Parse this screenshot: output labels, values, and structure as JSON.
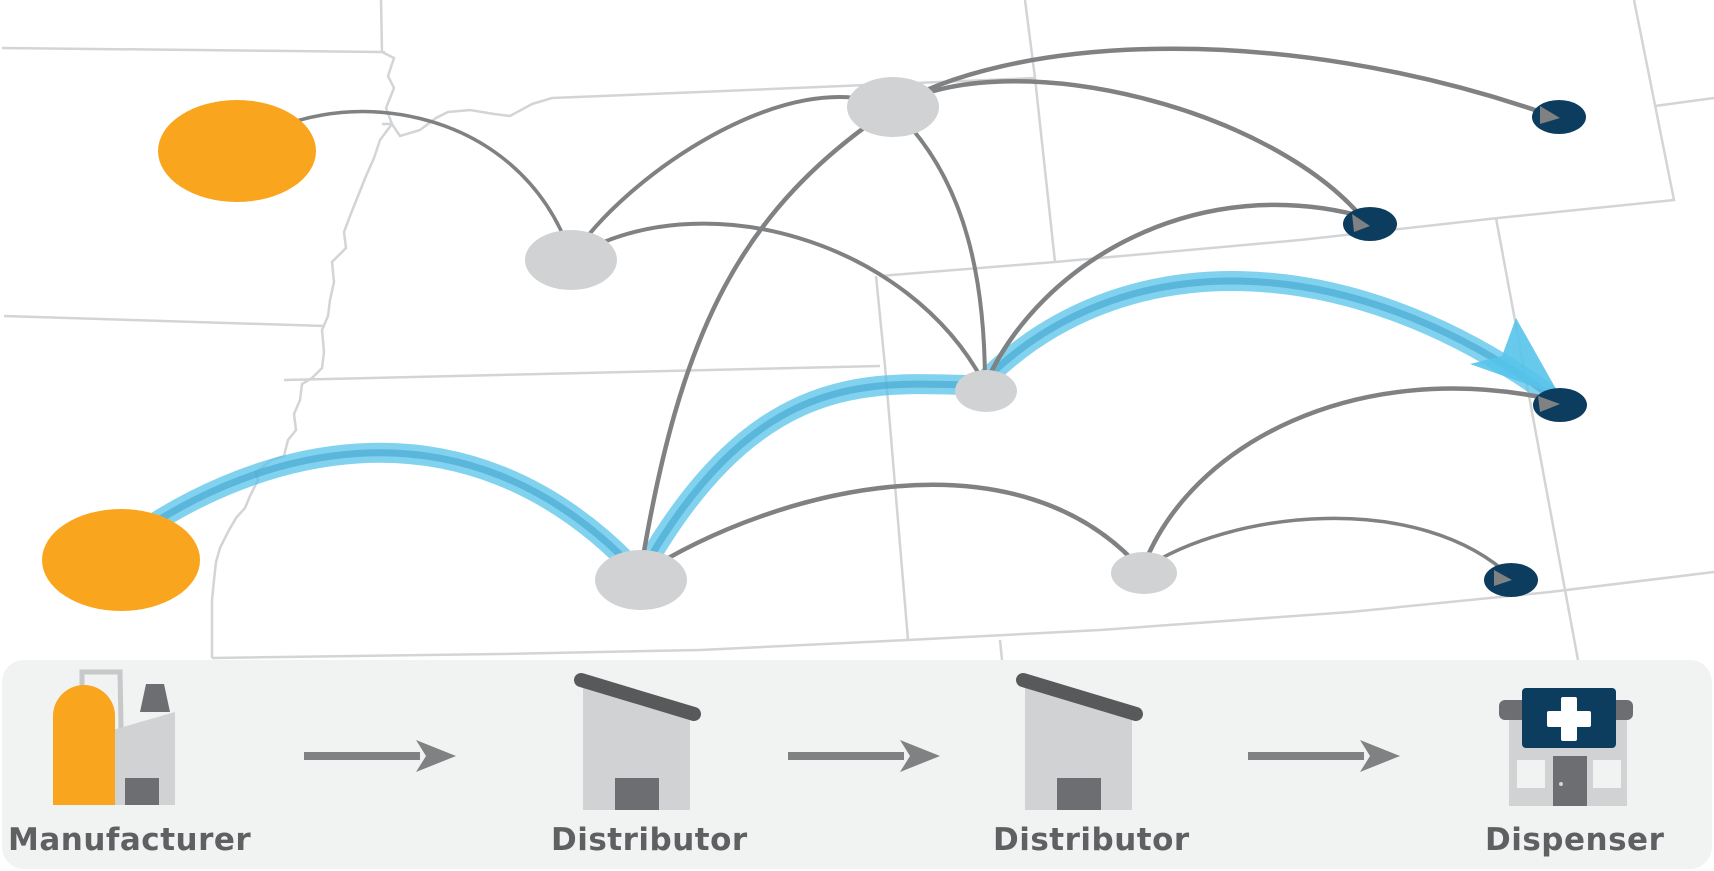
{
  "colors": {
    "manufacturer": "#f9a51d",
    "distributor": "#d1d2d4",
    "dispenser": "#0d3d5e",
    "flow_arrow": "#808183",
    "highlight_path": "#57c3ea",
    "state_border": "#d3d4d6",
    "legend_bg": "#f1f2f2",
    "legend_text": "#5f6062"
  },
  "map": {
    "nodes": [
      {
        "id": "manufacturer-1",
        "kind": "manufacturer"
      },
      {
        "id": "manufacturer-2",
        "kind": "manufacturer"
      },
      {
        "id": "distributor-1",
        "kind": "distributor"
      },
      {
        "id": "distributor-2",
        "kind": "distributor"
      },
      {
        "id": "distributor-3",
        "kind": "distributor"
      },
      {
        "id": "distributor-4",
        "kind": "distributor"
      },
      {
        "id": "distributor-5",
        "kind": "distributor"
      },
      {
        "id": "dispenser-1",
        "kind": "dispenser"
      },
      {
        "id": "dispenser-2",
        "kind": "dispenser"
      },
      {
        "id": "dispenser-3",
        "kind": "dispenser"
      },
      {
        "id": "dispenser-4",
        "kind": "dispenser"
      }
    ],
    "highlighted_route": [
      "manufacturer-2",
      "distributor-3",
      "distributor-4",
      "dispenser-3"
    ]
  },
  "legend": {
    "steps": [
      {
        "label": "Manufacturer",
        "icon": "factory-icon"
      },
      {
        "label": "Distributor",
        "icon": "warehouse-icon"
      },
      {
        "label": "Distributor",
        "icon": "warehouse-icon"
      },
      {
        "label": "Dispenser",
        "icon": "pharmacy-icon"
      }
    ],
    "connector_icon": "arrow-right-icon"
  }
}
